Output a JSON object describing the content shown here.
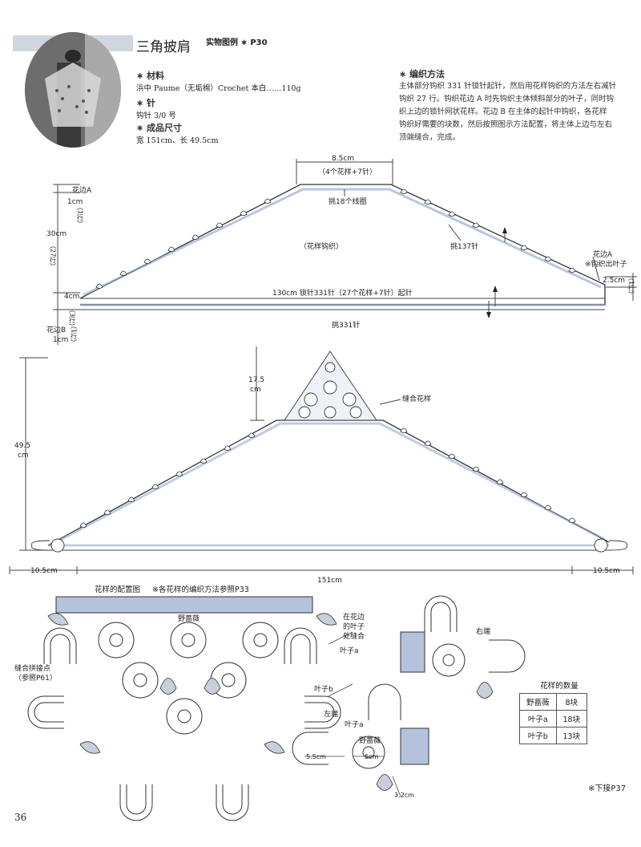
{
  "header": {
    "title": "三角披肩",
    "photo_ref": "实物图例 ∗ P30"
  },
  "materials": {
    "heading": "材料",
    "text": "浜中 Paume（无垢棉）Crochet 本白……110g"
  },
  "needle": {
    "heading": "针",
    "text": "钩针 3/0 号"
  },
  "size": {
    "heading": "成品尺寸",
    "text": "宽 151cm、长 49.5cm"
  },
  "method": {
    "heading": "编织方法",
    "lines": [
      "主体部分钩织 331 针锁针起针，然后用花样钩织的方法左右减针",
      "钩织 27 行。钩织花边 A 时先钩织主体倾斜部分的叶子，同时钩",
      "织上边的锁针网状花样。花边 B 在主体的起针中钩织，各花样",
      "钩织好需要的块数，然后按照图示方法配置，将主体上边与左右",
      "顶端缝合，完成。"
    ]
  },
  "diagram1": {
    "top_width": "8.5cm",
    "top_count": "（4个花样+7针）",
    "pick_top": "挑18个线圈",
    "edge_a": "花边A",
    "cm1_a": "1cm",
    "rows1_a": "（1行）",
    "cm30": "30cm",
    "rows27": "（27行）",
    "cm4": "4cm",
    "rows3": "（3行）",
    "edge_b": "花边B",
    "cm1_b": "1cm",
    "rows1_b": "（1行）",
    "pattern": "（花样钩织）",
    "pick137": "挑137针",
    "edge_a_right": "花边A",
    "leaf_note": "※钩织出叶子",
    "cm25": "2.5cm",
    "rows1_r": "（1行）",
    "chain": "130cm 锁针331针（27个花样+7针）起针",
    "pick331": "挑331针"
  },
  "diagram2": {
    "height": "49.5",
    "height_unit": "cm",
    "peak": "17.5",
    "peak_unit": "cm",
    "sew": "缝合花样",
    "left_w": "10.5cm",
    "total_w": "151cm",
    "right_w": "10.5cm"
  },
  "layout": {
    "title": "花样的配置图",
    "note": "※各花样的编织方法参照P33",
    "joint": "缝合拼接点",
    "joint_ref": "（参照P61）",
    "rose": "野蔷薇",
    "leaf_sew1": "在花边",
    "leaf_sew2": "的叶子",
    "leaf_sew3": "处缝合",
    "leaf_a": "叶子a",
    "leaf_b": "叶子b",
    "right_end": "右端",
    "left_end": "左端",
    "leaf_a2": "叶子a",
    "rose2": "野蔷薇",
    "w55": "5.5cm",
    "w5": "5cm",
    "w32": "3.2cm"
  },
  "count_table": {
    "title": "花样的数量",
    "rows": [
      {
        "name": "野蔷薇",
        "qty": "8块"
      },
      {
        "name": "叶子a",
        "qty": "18块"
      },
      {
        "name": "叶子b",
        "qty": "13块"
      }
    ]
  },
  "footer": {
    "continue": "※下接P37",
    "page": "36"
  }
}
